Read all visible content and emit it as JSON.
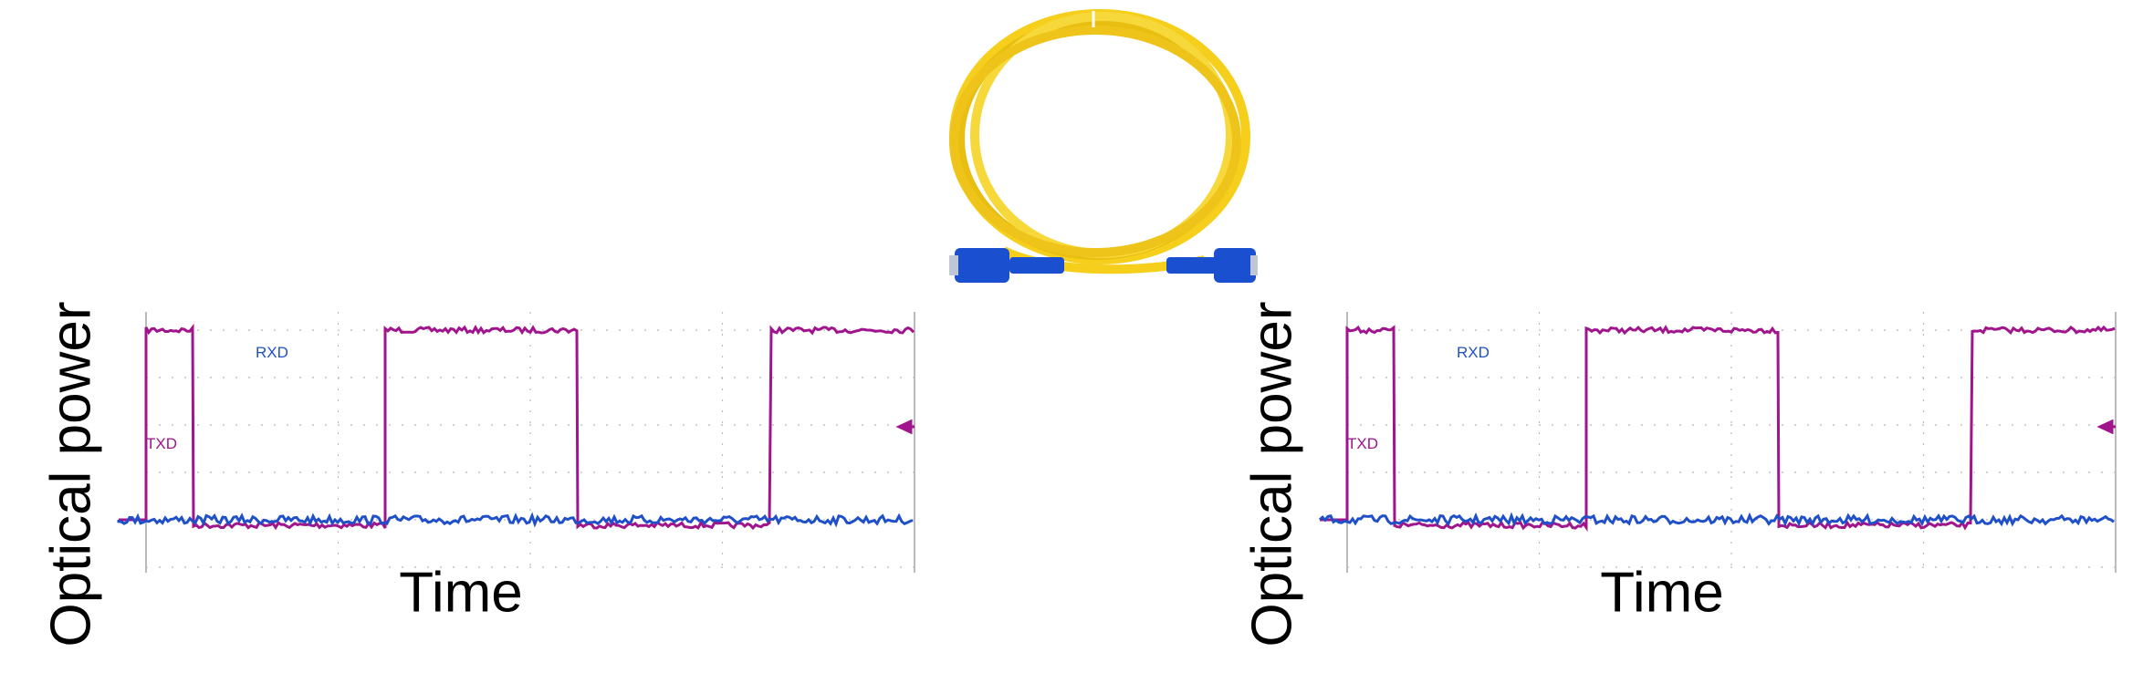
{
  "panels": [
    {
      "ylabel": "Optical power",
      "xlabel": "Time",
      "trace_labels": {
        "rx": "RXD",
        "tx": "TXD"
      }
    },
    {
      "ylabel": "Optical power",
      "xlabel": "Time",
      "trace_labels": {
        "rx": "RXD",
        "tx": "TXD"
      }
    }
  ],
  "colors": {
    "tx_trace": "#a0148c",
    "rx_trace": "#2050c8",
    "cable": "#f5cf1c",
    "connector": "#1a4fd0",
    "grid": "#bbbbbb"
  },
  "icons": {
    "cable": "fiber-optic-patch-cable-icon"
  },
  "signal": {
    "tx_levels": [
      1,
      0,
      1,
      0,
      1
    ]
  }
}
